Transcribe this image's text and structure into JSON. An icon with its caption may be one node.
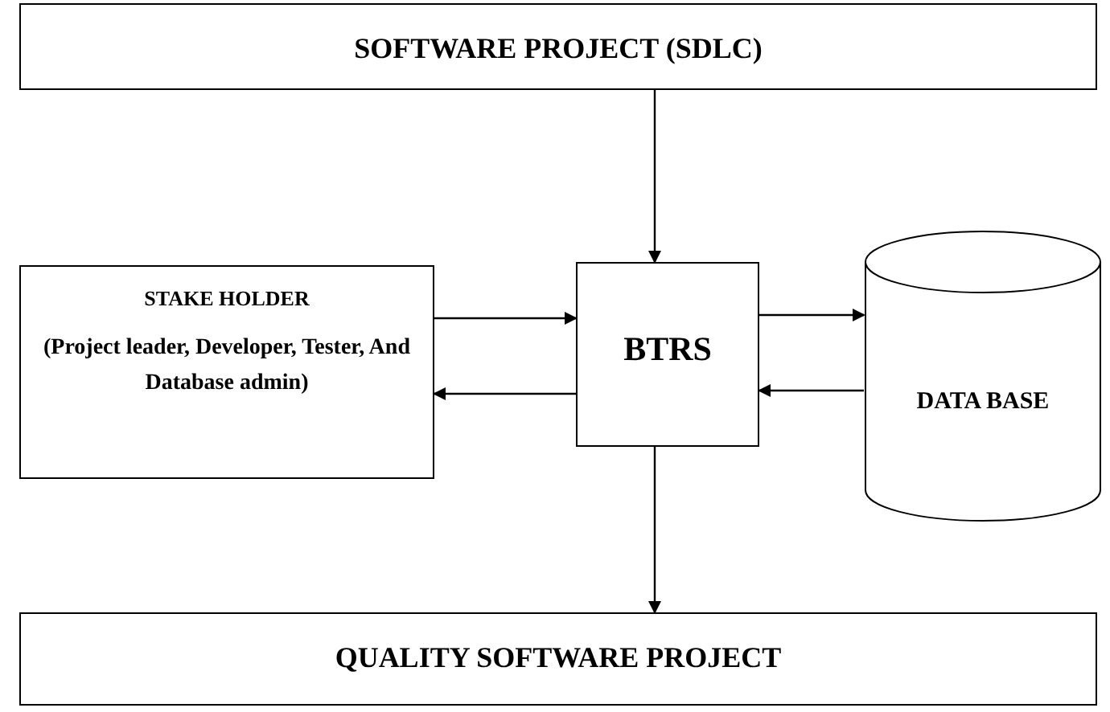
{
  "diagram": {
    "nodes": [
      {
        "text": [
          "SOFTWARE PROJECT (SDLC)"
        ]
      },
      {
        "text": [
          "STAKE HOLDER",
          "(Project leader, Developer, Tester, And Database admin)"
        ]
      },
      {
        "text": [
          "BTRS"
        ]
      },
      {
        "text": [
          "DATA BASE"
        ]
      },
      {
        "text": [
          "QUALITY SOFTWARE PROJECT"
        ]
      }
    ],
    "edges": [
      {
        "from": 0,
        "to": 2,
        "arrow": "to"
      },
      {
        "from": 1,
        "to": 2,
        "arrow": "to"
      },
      {
        "from": 2,
        "to": 1,
        "arrow": "to"
      },
      {
        "from": 2,
        "to": 3,
        "arrow": "to"
      },
      {
        "from": 3,
        "to": 2,
        "arrow": "to"
      },
      {
        "from": 2,
        "to": 4,
        "arrow": "to"
      }
    ]
  }
}
